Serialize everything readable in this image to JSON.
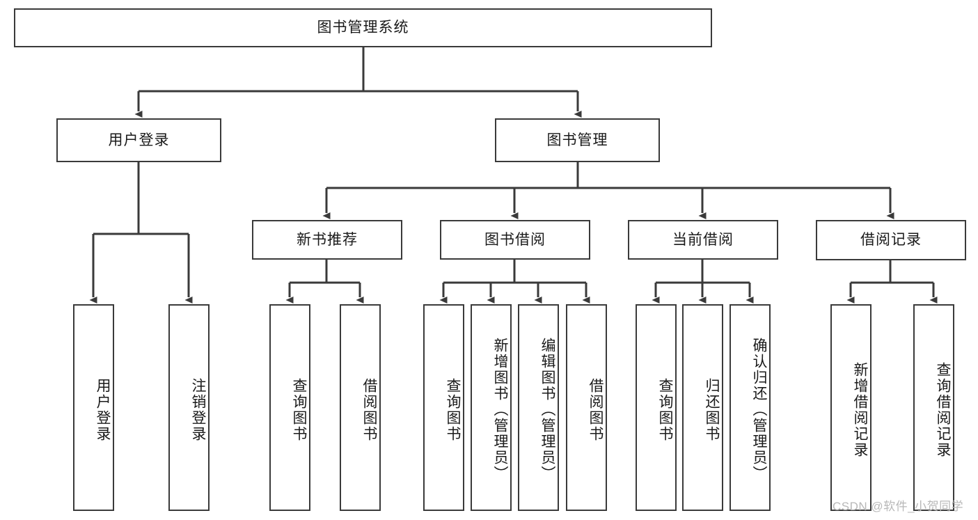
{
  "diagram": {
    "type": "hierarchy-tree",
    "title": "图书管理系统",
    "root": {
      "id": "root",
      "label": "图书管理系统"
    },
    "level2": [
      {
        "id": "user-login",
        "label": "用户登录"
      },
      {
        "id": "book-management",
        "label": "图书管理"
      }
    ],
    "level3": [
      {
        "id": "new-book-recommend",
        "label": "新书推荐",
        "parent": "book-management"
      },
      {
        "id": "book-borrow",
        "label": "图书借阅",
        "parent": "book-management"
      },
      {
        "id": "current-borrow",
        "label": "当前借阅",
        "parent": "book-management"
      },
      {
        "id": "borrow-record",
        "label": "借阅记录",
        "parent": "book-management"
      }
    ],
    "leaves": {
      "user_login": [
        {
          "id": "leaf-user-login",
          "label": "用户登录"
        },
        {
          "id": "leaf-logout",
          "label": "注销登录"
        }
      ],
      "new_book_recommend": [
        {
          "id": "leaf-query-book-1",
          "label": "查询图书"
        },
        {
          "id": "leaf-borrow-book-1",
          "label": "借阅图书"
        }
      ],
      "book_borrow": [
        {
          "id": "leaf-query-book-2",
          "label": "查询图书"
        },
        {
          "id": "leaf-add-book",
          "label": "新增图书（管理员）"
        },
        {
          "id": "leaf-edit-book",
          "label": "编辑图书（管理员）"
        },
        {
          "id": "leaf-borrow-book-2",
          "label": "借阅图书"
        }
      ],
      "current_borrow": [
        {
          "id": "leaf-query-book-3",
          "label": "查询图书"
        },
        {
          "id": "leaf-return-book",
          "label": "归还图书"
        },
        {
          "id": "leaf-confirm-return",
          "label": "确认归还（管理员）"
        }
      ],
      "borrow_record": [
        {
          "id": "leaf-add-record",
          "label": "新增借阅记录"
        },
        {
          "id": "leaf-query-record",
          "label": "查询借阅记录"
        }
      ]
    }
  },
  "watermark": {
    "text": "CSDN @软件_小贺同学"
  },
  "colors": {
    "stroke": "#3a3a3a",
    "fill": "#ffffff",
    "text": "#1a1a1a",
    "watermark": "#b8b8b8"
  }
}
